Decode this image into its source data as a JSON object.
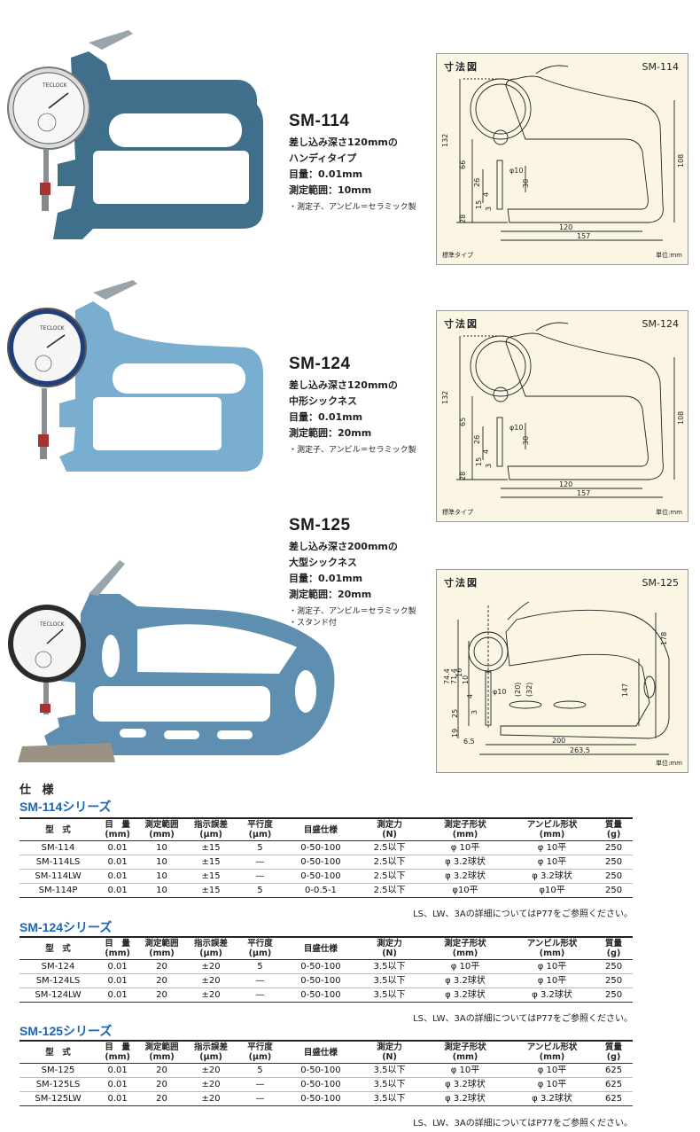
{
  "products": [
    {
      "model": "SM-114",
      "depth": "差し込み深さ120mmの",
      "type": "ハンディタイプ",
      "graduation": "目量：0.01mm",
      "range": "測定範囲：10mm",
      "notes": [
        "・測定子、アンビル＝セラミック製"
      ]
    },
    {
      "model": "SM-124",
      "depth": "差し込み深さ120mmの",
      "type": "中形シックネス",
      "graduation": "目量：0.01mm",
      "range": "測定範囲：20mm",
      "notes": [
        "・測定子、アンビル＝セラミック製"
      ]
    },
    {
      "model": "SM-125",
      "depth": "差し込み深さ200mmの",
      "type": "大型シックネス",
      "graduation": "目量：0.01mm",
      "range": "測定範囲：20mm",
      "notes": [
        "・測定子、アンビル＝セラミック製",
        "・スタンド付"
      ]
    }
  ],
  "dim_boxes": [
    {
      "title": "寸法図",
      "model": "SM-114",
      "left_label": "標準タイプ",
      "unit": "単位:mm",
      "labels": {
        "h132": "132",
        "h66": "66",
        "h26": "26",
        "h4": "4",
        "phi10": "φ10",
        "h30": "30",
        "h15": "15",
        "h3": "3",
        "h28": "28",
        "h108": "108",
        "w120": "120",
        "w157": "157"
      }
    },
    {
      "title": "寸法図",
      "model": "SM-124",
      "left_label": "標準タイプ",
      "unit": "単位:mm",
      "labels": {
        "h132": "132",
        "h66": "65",
        "h26": "26",
        "h4": "4",
        "phi10": "φ10",
        "h30": "30",
        "h15": "15",
        "h3": "3",
        "h28": "28",
        "h108": "108",
        "w120": "120",
        "w157": "157"
      }
    },
    {
      "title": "寸法図",
      "model": "SM-125",
      "unit": "単位:mm",
      "labels": {
        "a": "74.4",
        "b": "71.4",
        "c": "16",
        "d": "10",
        "e": "4",
        "f": "3",
        "g": "25",
        "h": "19",
        "phi10": "φ10",
        "p20": "(20)",
        "p32": "(32)",
        "h147": "147",
        "h178": "178",
        "w65": "6.5",
        "w200": "200",
        "w2635": "263.5"
      }
    }
  ],
  "spec_title": "仕 様",
  "headers": [
    "型　式",
    "目　量\n(mm)",
    "測定範囲\n(mm)",
    "指示誤差\n(μm)",
    "平行度\n(μm)",
    "目盛仕様",
    "測定力\n(N)",
    "測定子形状\n(mm)",
    "アンビル形状\n(mm)",
    "質量\n(g)"
  ],
  "series": [
    {
      "name": "SM-114シリーズ",
      "rows": [
        [
          "SM-114",
          "0.01",
          "10",
          "±15",
          "5",
          "0-50-100",
          "2.5以下",
          "φ 10平",
          "φ 10平",
          "250"
        ],
        [
          "SM-114LS",
          "0.01",
          "10",
          "±15",
          "—",
          "0-50-100",
          "2.5以下",
          "φ 3.2球状",
          "φ 10平",
          "250"
        ],
        [
          "SM-114LW",
          "0.01",
          "10",
          "±15",
          "—",
          "0-50-100",
          "2.5以下",
          "φ 3.2球状",
          "φ 3.2球状",
          "250"
        ],
        [
          "SM-114P",
          "0.01",
          "10",
          "±15",
          "5",
          "0-0.5-1",
          "2.5以下",
          "φ10平",
          "φ10平",
          "250"
        ]
      ],
      "footnote": "LS、LW、3Aの詳細についてはP77をご参照ください。"
    },
    {
      "name": "SM-124シリーズ",
      "rows": [
        [
          "SM-124",
          "0.01",
          "20",
          "±20",
          "5",
          "0-50-100",
          "3.5以下",
          "φ 10平",
          "φ 10平",
          "250"
        ],
        [
          "SM-124LS",
          "0.01",
          "20",
          "±20",
          "—",
          "0-50-100",
          "3.5以下",
          "φ 3.2球状",
          "φ 10平",
          "250"
        ],
        [
          "SM-124LW",
          "0.01",
          "20",
          "±20",
          "—",
          "0-50-100",
          "3.5以下",
          "φ 3.2球状",
          "φ 3.2球状",
          "250"
        ]
      ],
      "footnote": "LS、LW、3Aの詳細についてはP77をご参照ください。"
    },
    {
      "name": "SM-125シリーズ",
      "rows": [
        [
          "SM-125",
          "0.01",
          "20",
          "±20",
          "5",
          "0-50-100",
          "3.5以下",
          "φ 10平",
          "φ 10平",
          "625"
        ],
        [
          "SM-125LS",
          "0.01",
          "20",
          "±20",
          "—",
          "0-50-100",
          "3.5以下",
          "φ 3.2球状",
          "φ 10平",
          "625"
        ],
        [
          "SM-125LW",
          "0.01",
          "20",
          "±20",
          "—",
          "0-50-100",
          "3.5以下",
          "φ 3.2球状",
          "φ 3.2球状",
          "625"
        ]
      ],
      "footnote": "LS、LW、3Aの詳細についてはP77をご参照ください。"
    }
  ],
  "dial_brand": "TECLOCK",
  "colors": {
    "frame_dark": "#3f6f8a",
    "frame_mid": "#5e8fb0",
    "frame_light": "#7aaed0",
    "series_blue": "#1b64b5",
    "dim_bg": "#fbf5e4"
  }
}
